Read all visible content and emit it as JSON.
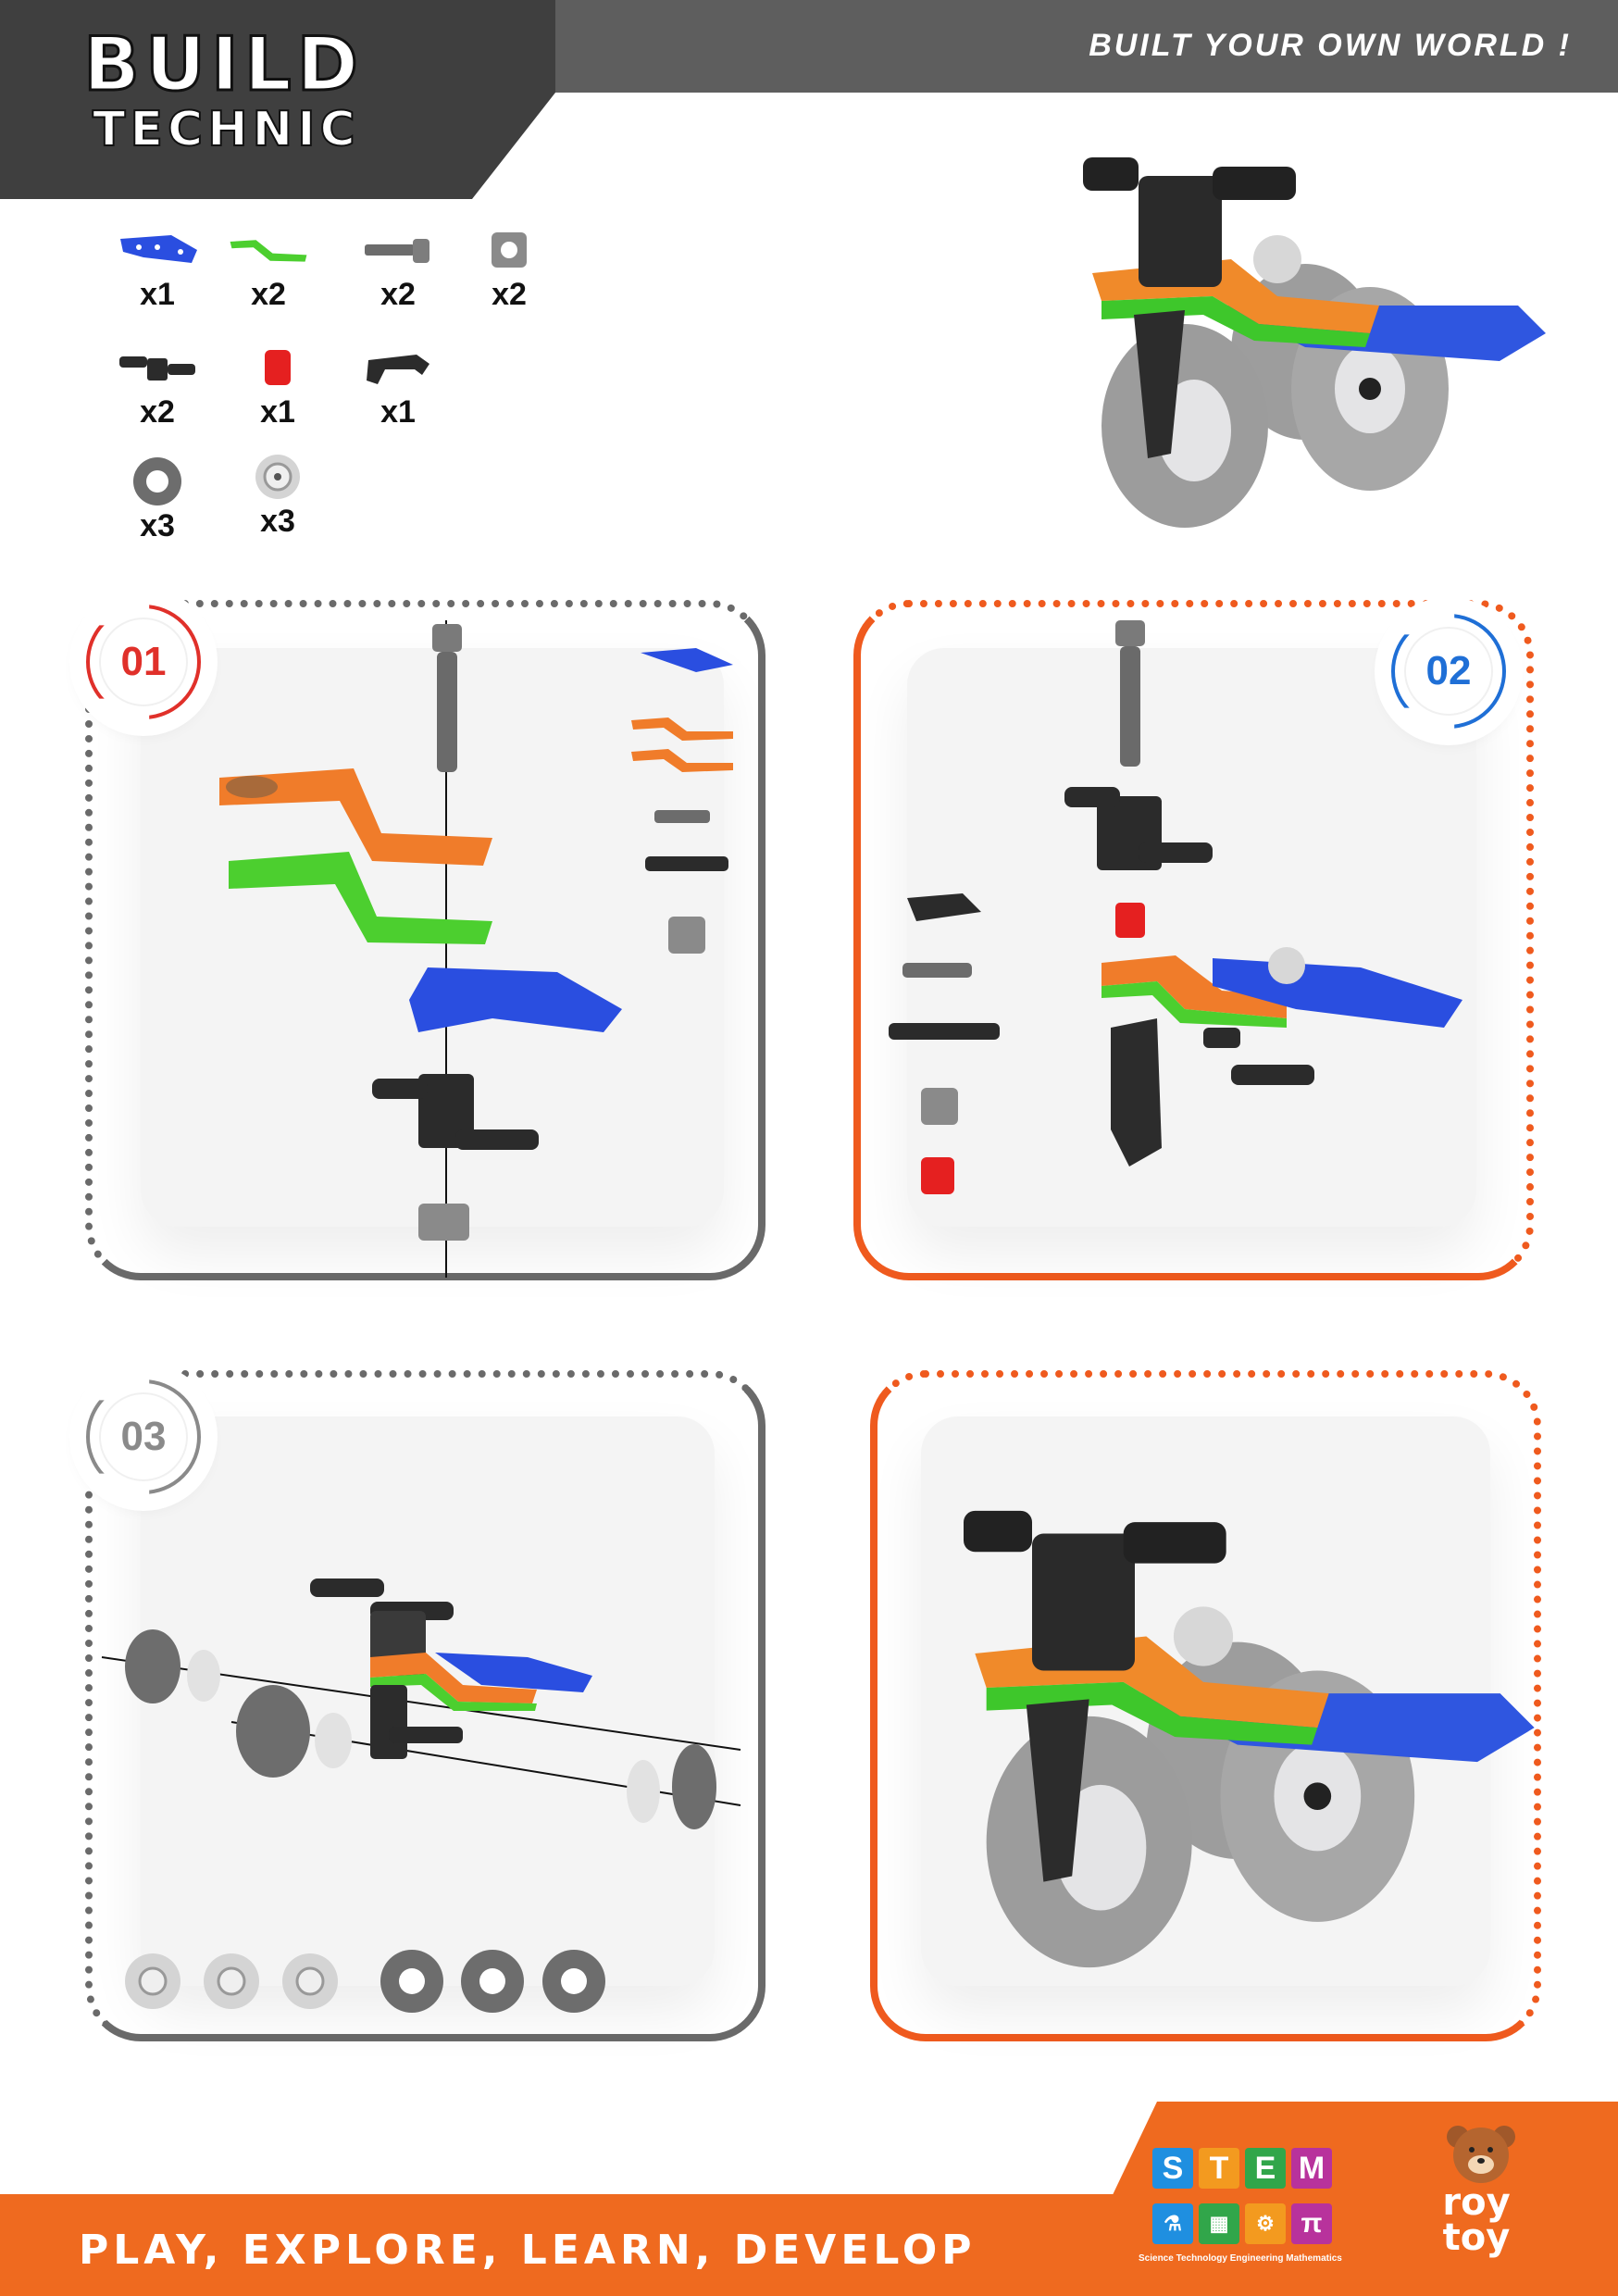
{
  "header": {
    "brand_line1": "BUILD",
    "brand_line2": "TECHNIC",
    "slogan": "BUILT YOUR OWN WORLD !"
  },
  "parts": [
    {
      "name": "blue-triangle-plate",
      "qty": "x1",
      "color": "#2a4ee0"
    },
    {
      "name": "green-bent-link",
      "qty": "x2",
      "color": "#4ccf2f"
    },
    {
      "name": "grey-screw",
      "qty": "x2",
      "color": "#6c6c6c"
    },
    {
      "name": "square-nut",
      "qty": "x2",
      "color": "#8a8a8a"
    },
    {
      "name": "black-axle-connector",
      "qty": "x2",
      "color": "#2b2b2b"
    },
    {
      "name": "red-spacer",
      "qty": "x1",
      "color": "#e52020"
    },
    {
      "name": "black-fork-piece",
      "qty": "x1",
      "color": "#2b2b2b"
    },
    {
      "name": "tire",
      "qty": "x3",
      "color": "#6d6d6d"
    },
    {
      "name": "wheel-rim",
      "qty": "x3",
      "color": "#d4d4d4"
    }
  ],
  "steps": [
    {
      "number": "01",
      "color": "#e0302a",
      "frame_color": "#6a6a6a"
    },
    {
      "number": "02",
      "color": "#1f6fd6",
      "frame_color": "#ef5a1e"
    },
    {
      "number": "03",
      "color": "#8a8a8a",
      "frame_color": "#6a6a6a"
    }
  ],
  "colors": {
    "orange": "#ef6a1f",
    "blue": "#2a4ee0",
    "green": "#4ccf2f",
    "dark": "#3f3f3f",
    "black_part": "#2b2b2b"
  },
  "footer": {
    "tagline": "PLAY, EXPLORE, LEARN, DEVELOP",
    "stem_letters": [
      "S",
      "T",
      "E",
      "M"
    ],
    "stem_colors": [
      "#1f8fe0",
      "#f39a1f",
      "#31a64a",
      "#b8329c"
    ],
    "stem_caption": "Science Technology Engineering Mathematics",
    "brand_line1": "roy",
    "brand_line2": "toy"
  }
}
